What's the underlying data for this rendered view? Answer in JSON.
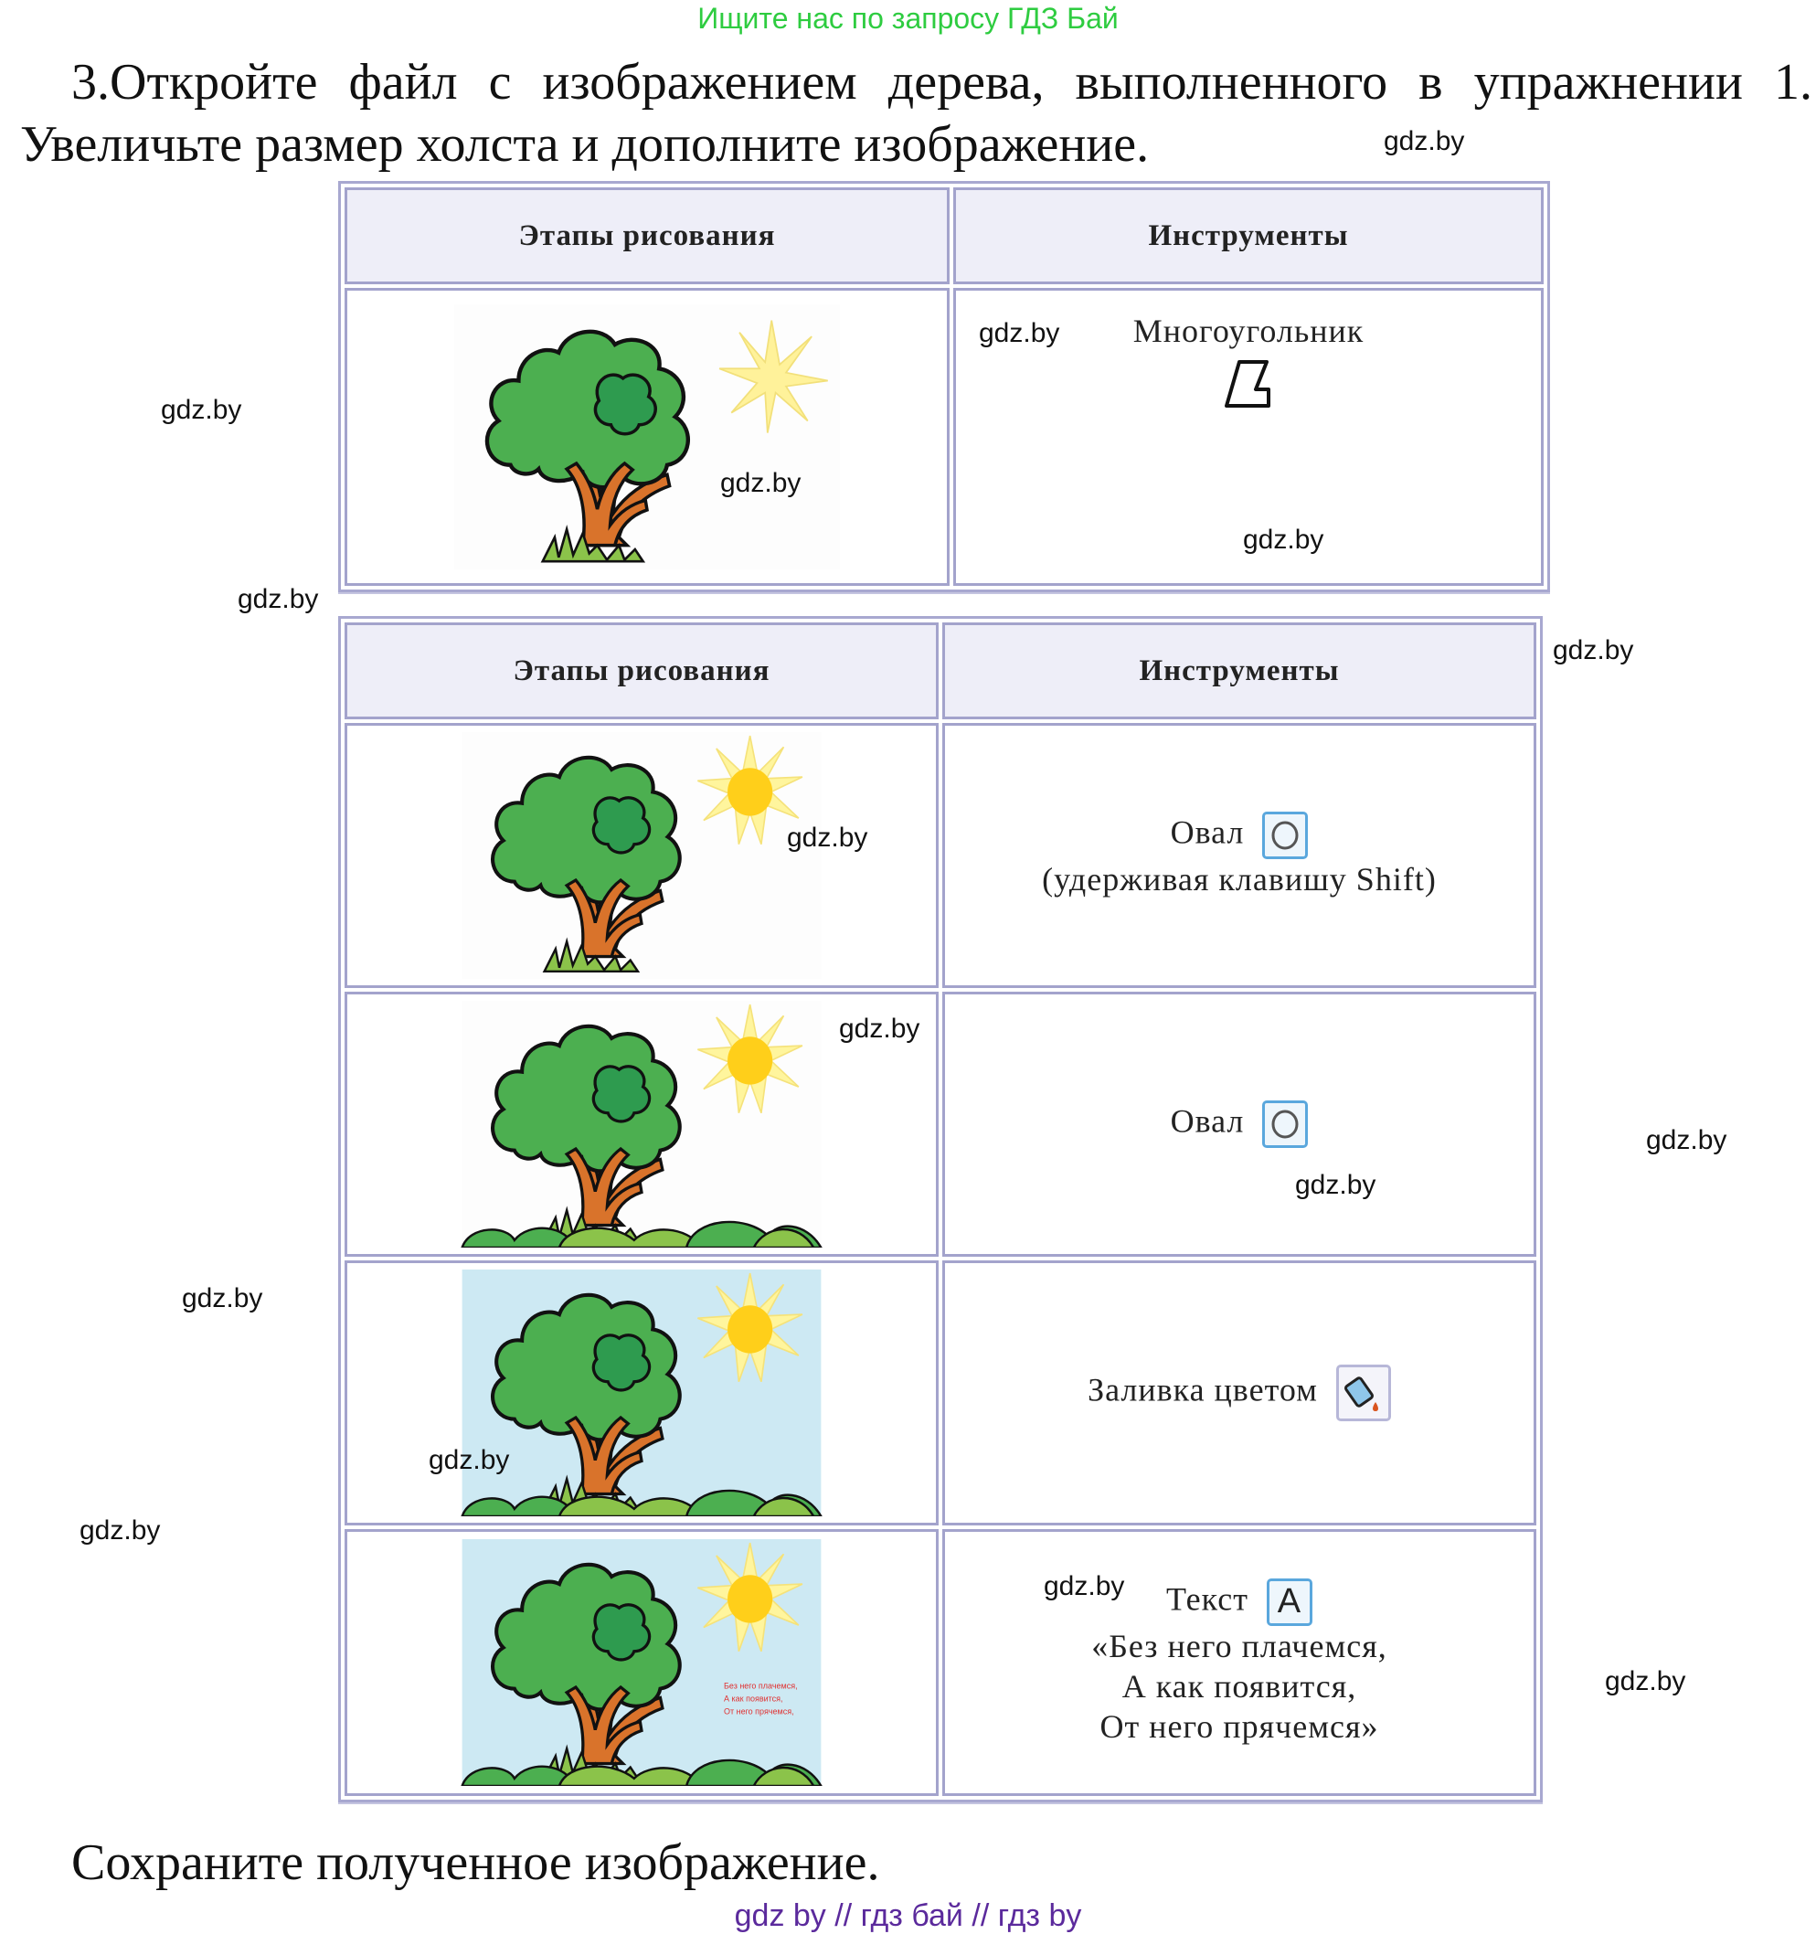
{
  "banner": "Ищите нас по запросу ГДЗ Бай",
  "task": {
    "line1": "3.Откройте файл с изображением дерева, выполненного в упражнении 1.",
    "line2": "Увеличьте размер холста и дополните изображение."
  },
  "table1": {
    "headers": [
      "Этапы рисования",
      "Инструменты"
    ],
    "rows": [
      {
        "stage_image": "tree-with-star-sun-outline",
        "tool": "Многоугольник",
        "tool_icon": "polygon-icon"
      }
    ]
  },
  "table2": {
    "headers": [
      "Этапы рисования",
      "Инструменты"
    ],
    "rows": [
      {
        "stage_image": "tree-with-round-sun",
        "tool": "Овал",
        "tool_note": "(удерживая клавишу Shift)",
        "tool_icon": "oval-icon"
      },
      {
        "stage_image": "tree-with-bushes",
        "tool": "Овал",
        "tool_icon": "oval-icon"
      },
      {
        "stage_image": "tree-with-blue-sky",
        "tool": "Заливка цветом",
        "tool_icon": "fill-bucket-icon"
      },
      {
        "stage_image": "tree-with-sky-and-text",
        "tool": "Текст",
        "tool_icon": "text-icon",
        "tool_text": [
          "«Без него плачемся,",
          "А как появится,",
          "От него прячемся»"
        ],
        "image_caption": [
          "Без него плачемся,",
          "А как появится,",
          "От него прячемся,"
        ]
      }
    ]
  },
  "footer": "Сохраните полученное изображение.",
  "bottom_line": "gdz by  //  гдз бай  //  гдз by",
  "watermark": "gdz.by",
  "colors": {
    "banner": "#2ecc40",
    "header_bg": "#eeeef8",
    "border": "#a3a3cc",
    "bottom_line": "#5b2a9c",
    "sky": "#cde9f3",
    "leaf": "#4caf50",
    "leaf_dark": "#2e9b4f",
    "trunk": "#d9732b",
    "sun": "#ffcf1a"
  }
}
